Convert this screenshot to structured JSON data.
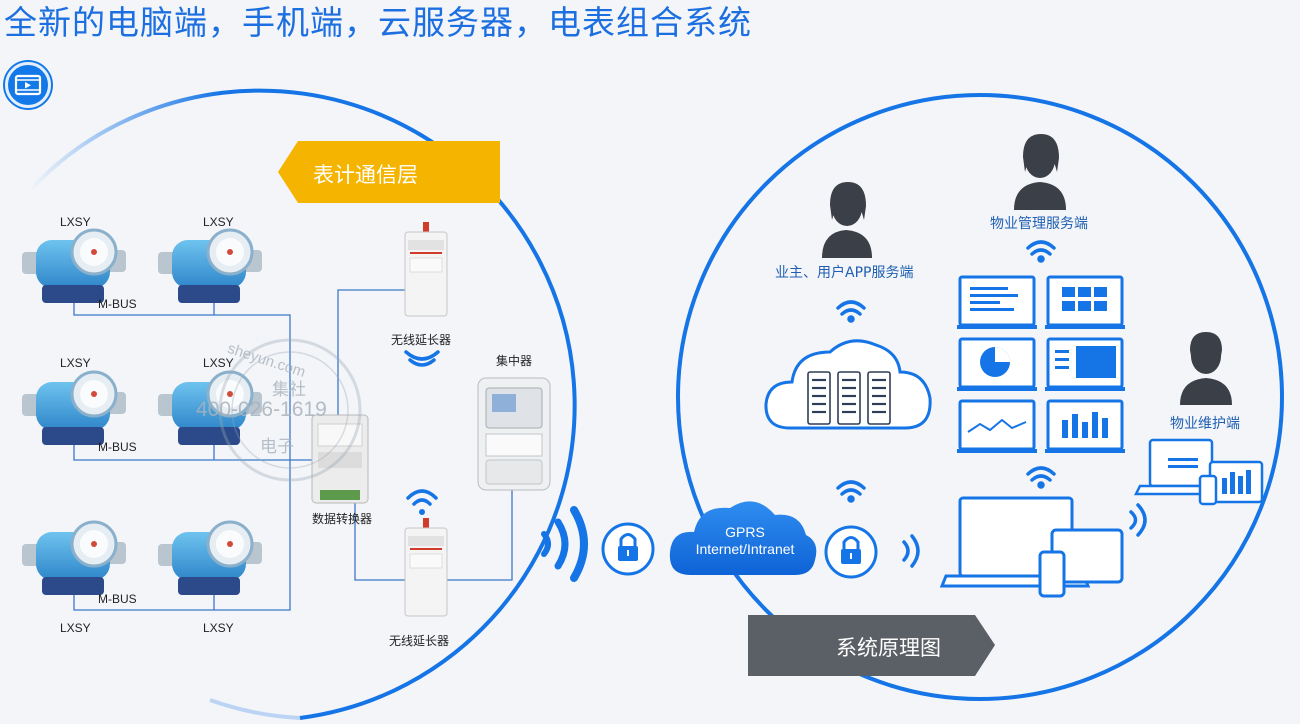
{
  "title": "全新的电脑端，手机端，云服务器，电表组合系统",
  "left_panel": {
    "banner": "表计通信层",
    "meters": [
      {
        "label": "LXSY"
      },
      {
        "label": "LXSY"
      },
      {
        "label": "LXSY"
      },
      {
        "label": "LXSY"
      },
      {
        "label": "LXSY"
      },
      {
        "label": "LXSY"
      }
    ],
    "bus_labels": [
      "M-BUS",
      "M-BUS",
      "M-BUS"
    ],
    "repeater_top": "无线延长器",
    "repeater_bottom": "无线延长器",
    "concentrator": "集中器",
    "converter": "数据转换器"
  },
  "watermark": {
    "line1": "sheyun.com",
    "line2": "集社",
    "line3": "400-026-1619",
    "line4": "电子"
  },
  "middle": {
    "cloud_line1": "GPRS",
    "cloud_line2": "Internet/Intranet"
  },
  "right_panel": {
    "owner_label": "业主、用户APP服务端",
    "property_server_label": "物业管理服务端",
    "maintenance_label": "物业维护端",
    "banner": "系统原理图"
  },
  "colors": {
    "primary_blue": "#1675e6",
    "banner_yellow": "#f5b400",
    "banner_gray": "#5b5f66",
    "meter_blue": "#4aa6dd"
  }
}
